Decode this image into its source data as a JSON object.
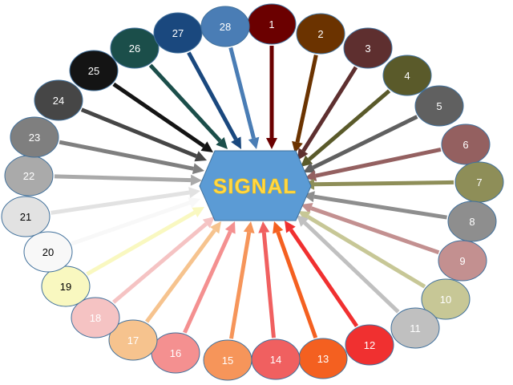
{
  "center": {
    "label": "SIGNAL",
    "fill": "#5b9bd5",
    "text_color": "#ffd84a"
  },
  "nodes": [
    {
      "label": "1",
      "color": "#6b0000",
      "text": "#ffffff"
    },
    {
      "label": "2",
      "color": "#6b3300",
      "text": "#ffffff"
    },
    {
      "label": "3",
      "color": "#5e2f2f",
      "text": "#ffffff"
    },
    {
      "label": "4",
      "color": "#5a5a2a",
      "text": "#ffffff"
    },
    {
      "label": "5",
      "color": "#606060",
      "text": "#ffffff"
    },
    {
      "label": "6",
      "color": "#946060",
      "text": "#ffffff"
    },
    {
      "label": "7",
      "color": "#8e8e58",
      "text": "#ffffff"
    },
    {
      "label": "8",
      "color": "#8e8e8e",
      "text": "#ffffff"
    },
    {
      "label": "9",
      "color": "#c39090",
      "text": "#ffffff"
    },
    {
      "label": "10",
      "color": "#c7c796",
      "text": "#ffffff"
    },
    {
      "label": "11",
      "color": "#c0c0c0",
      "text": "#ffffff"
    },
    {
      "label": "12",
      "color": "#f03030",
      "text": "#ffffff"
    },
    {
      "label": "13",
      "color": "#f46020",
      "text": "#ffffff"
    },
    {
      "label": "14",
      "color": "#f06060",
      "text": "#ffffff"
    },
    {
      "label": "15",
      "color": "#f6955a",
      "text": "#ffffff"
    },
    {
      "label": "16",
      "color": "#f49090",
      "text": "#ffffff"
    },
    {
      "label": "17",
      "color": "#f6c38e",
      "text": "#ffffff"
    },
    {
      "label": "18",
      "color": "#f5c3c3",
      "text": "#ffffff"
    },
    {
      "label": "19",
      "color": "#f9f8c0",
      "text": "#000000"
    },
    {
      "label": "20",
      "color": "#f8f8f8",
      "text": "#000000"
    },
    {
      "label": "21",
      "color": "#e2e2e2",
      "text": "#000000"
    },
    {
      "label": "22",
      "color": "#aaaaaa",
      "text": "#ffffff"
    },
    {
      "label": "23",
      "color": "#7f7f7f",
      "text": "#ffffff"
    },
    {
      "label": "24",
      "color": "#464646",
      "text": "#ffffff"
    },
    {
      "label": "25",
      "color": "#141414",
      "text": "#ffffff"
    },
    {
      "label": "26",
      "color": "#1b4e4a",
      "text": "#ffffff"
    },
    {
      "label": "27",
      "color": "#1a487e",
      "text": "#ffffff"
    },
    {
      "label": "28",
      "color": "#4a7db5",
      "text": "#ffffff"
    }
  ]
}
